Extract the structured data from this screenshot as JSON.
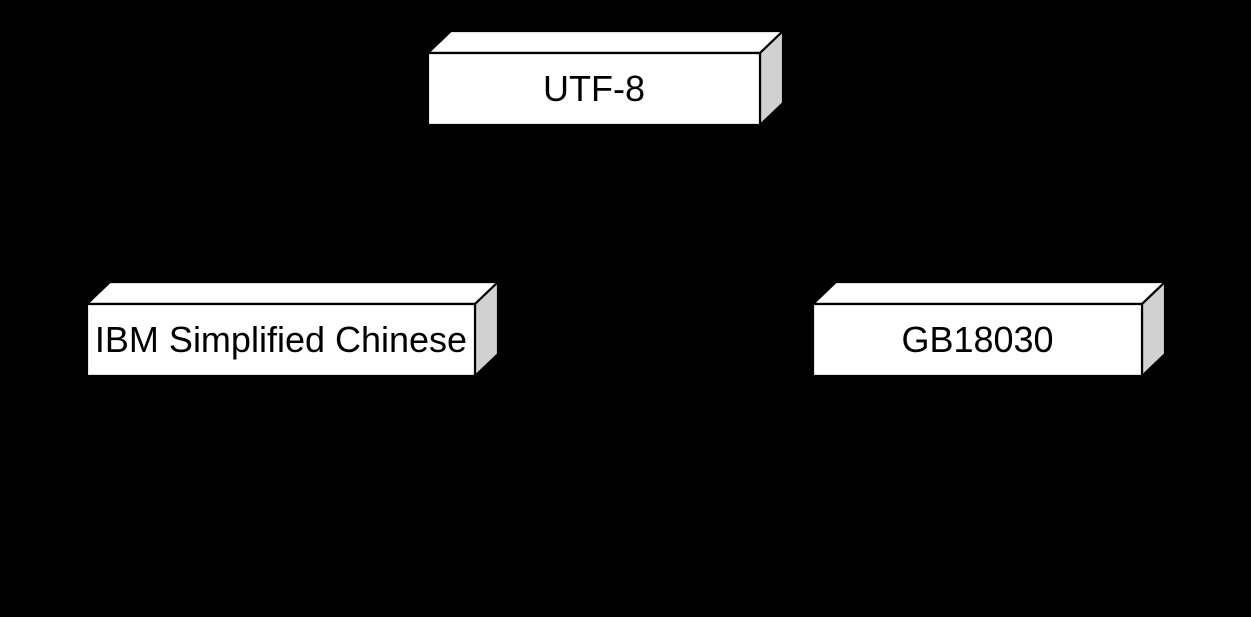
{
  "diagram": {
    "type": "block-diagram",
    "background_color": "#000000",
    "shape_style": {
      "shape": "cube-3d",
      "face_color": "#FFFFFF",
      "side_color": "#D1D1D1",
      "stroke_color": "#000000",
      "text_color": "#000000"
    },
    "nodes": [
      {
        "id": "utf8",
        "label": "UTF-8",
        "shape": "cube"
      },
      {
        "id": "ibm-simplified-chinese",
        "label": "IBM Simplified Chinese",
        "shape": "cube"
      },
      {
        "id": "gb18030",
        "label": "GB18030",
        "shape": "cube"
      }
    ]
  }
}
